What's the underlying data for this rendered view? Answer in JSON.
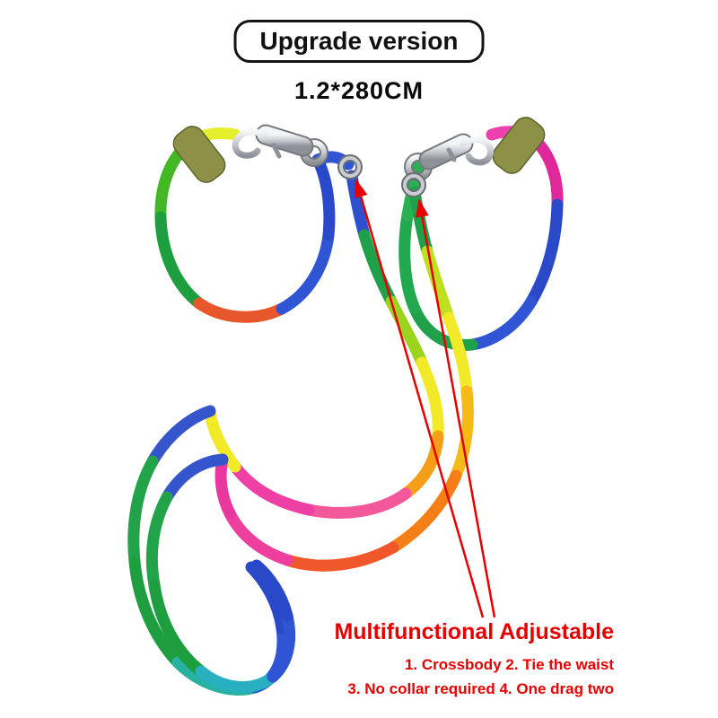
{
  "page": {
    "background": "#ffffff"
  },
  "badge": {
    "label": "Upgrade version"
  },
  "size_label": "1.2*280CM",
  "annotation": {
    "heading": "Multifunctional Adjustable",
    "line1": "1. Crossbody 2. Tie the waist",
    "line2": "3. No collar required 4. One drag two",
    "text_color": "#e60000"
  },
  "product": {
    "description": "rainbow rope dual-clasp adjustable dog leash with two silver snap hooks and olive rope sleeves",
    "rope_colors": [
      "#e6ef2b",
      "#1fa04a",
      "#f2e928",
      "#f59e18",
      "#ee3fa4",
      "#2f55d4"
    ],
    "hardware_color": "#c6c9ce",
    "sleeve_color": "#8d9148",
    "arrow_color": "#e60000"
  }
}
